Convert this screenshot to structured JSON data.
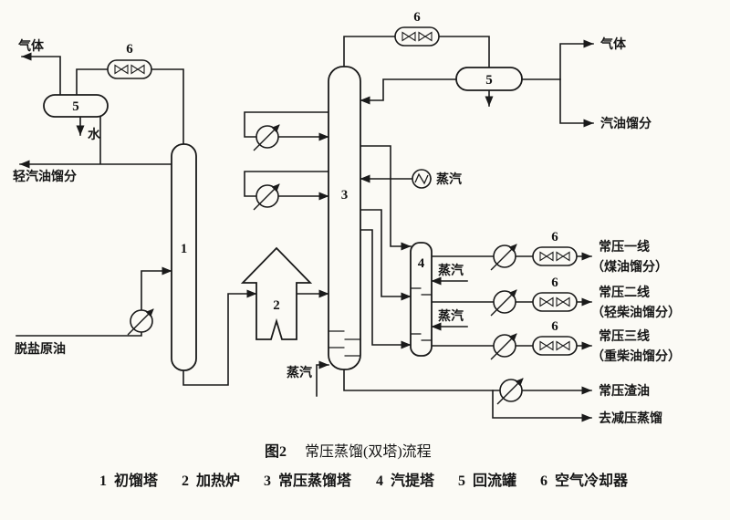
{
  "diagram": {
    "labels": {
      "gas_left": "气体",
      "water": "水",
      "light_gasoline": "轻汽油馏分",
      "crude_oil": "脱盐原油",
      "gas_right": "气体",
      "gasoline_cut": "汽油馏分",
      "steam": "蒸汽",
      "cut1": "常压一线",
      "cut1_sub": "（煤油馏分）",
      "cut2": "常压二线",
      "cut2_sub": "（轻柴油馏分）",
      "cut3": "常压三线",
      "cut3_sub": "（重柴油馏分）",
      "residue": "常压渣油",
      "to_vacuum": "去减压蒸馏"
    },
    "equipment": {
      "tower1": "1",
      "furnace": "2",
      "tower3": "3",
      "stripper": "4",
      "drum": "5",
      "cooler": "6"
    },
    "caption": {
      "fig": "图2",
      "title": "常压蒸馏(双塔)流程"
    },
    "legend": [
      {
        "num": "1",
        "name": "初馏塔"
      },
      {
        "num": "2",
        "name": "加热炉"
      },
      {
        "num": "3",
        "name": "常压蒸馏塔"
      },
      {
        "num": "4",
        "name": "汽提塔"
      },
      {
        "num": "5",
        "name": "回流罐"
      },
      {
        "num": "6",
        "name": "空气冷却器"
      }
    ],
    "colors": {
      "line": "#1a1a1a",
      "background": "#fbfaf5"
    }
  }
}
